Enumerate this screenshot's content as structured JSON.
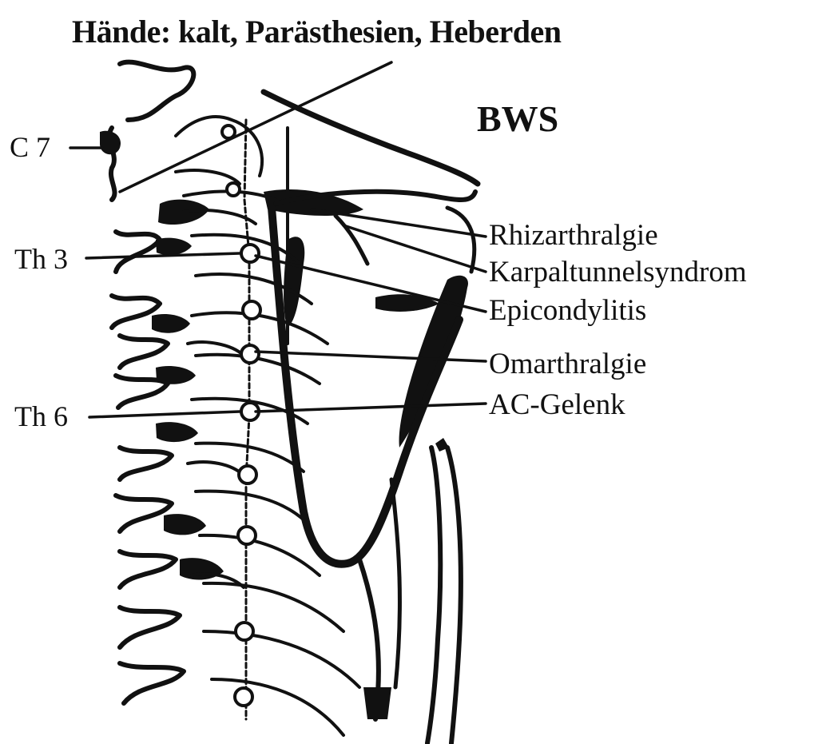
{
  "header": "Hände: kalt, Parästhesien, Heberden",
  "region": "BWS",
  "spine_labels": {
    "c7": "C 7",
    "th3": "Th 3",
    "th6": "Th 6"
  },
  "conditions": [
    "Rhizarthralgie",
    "Karpaltunnelsyndrom",
    "Epicondylitis",
    "Omarthralgie",
    "AC-Gelenk"
  ],
  "colors": {
    "ink": "#111111",
    "paper": "#ffffff"
  }
}
